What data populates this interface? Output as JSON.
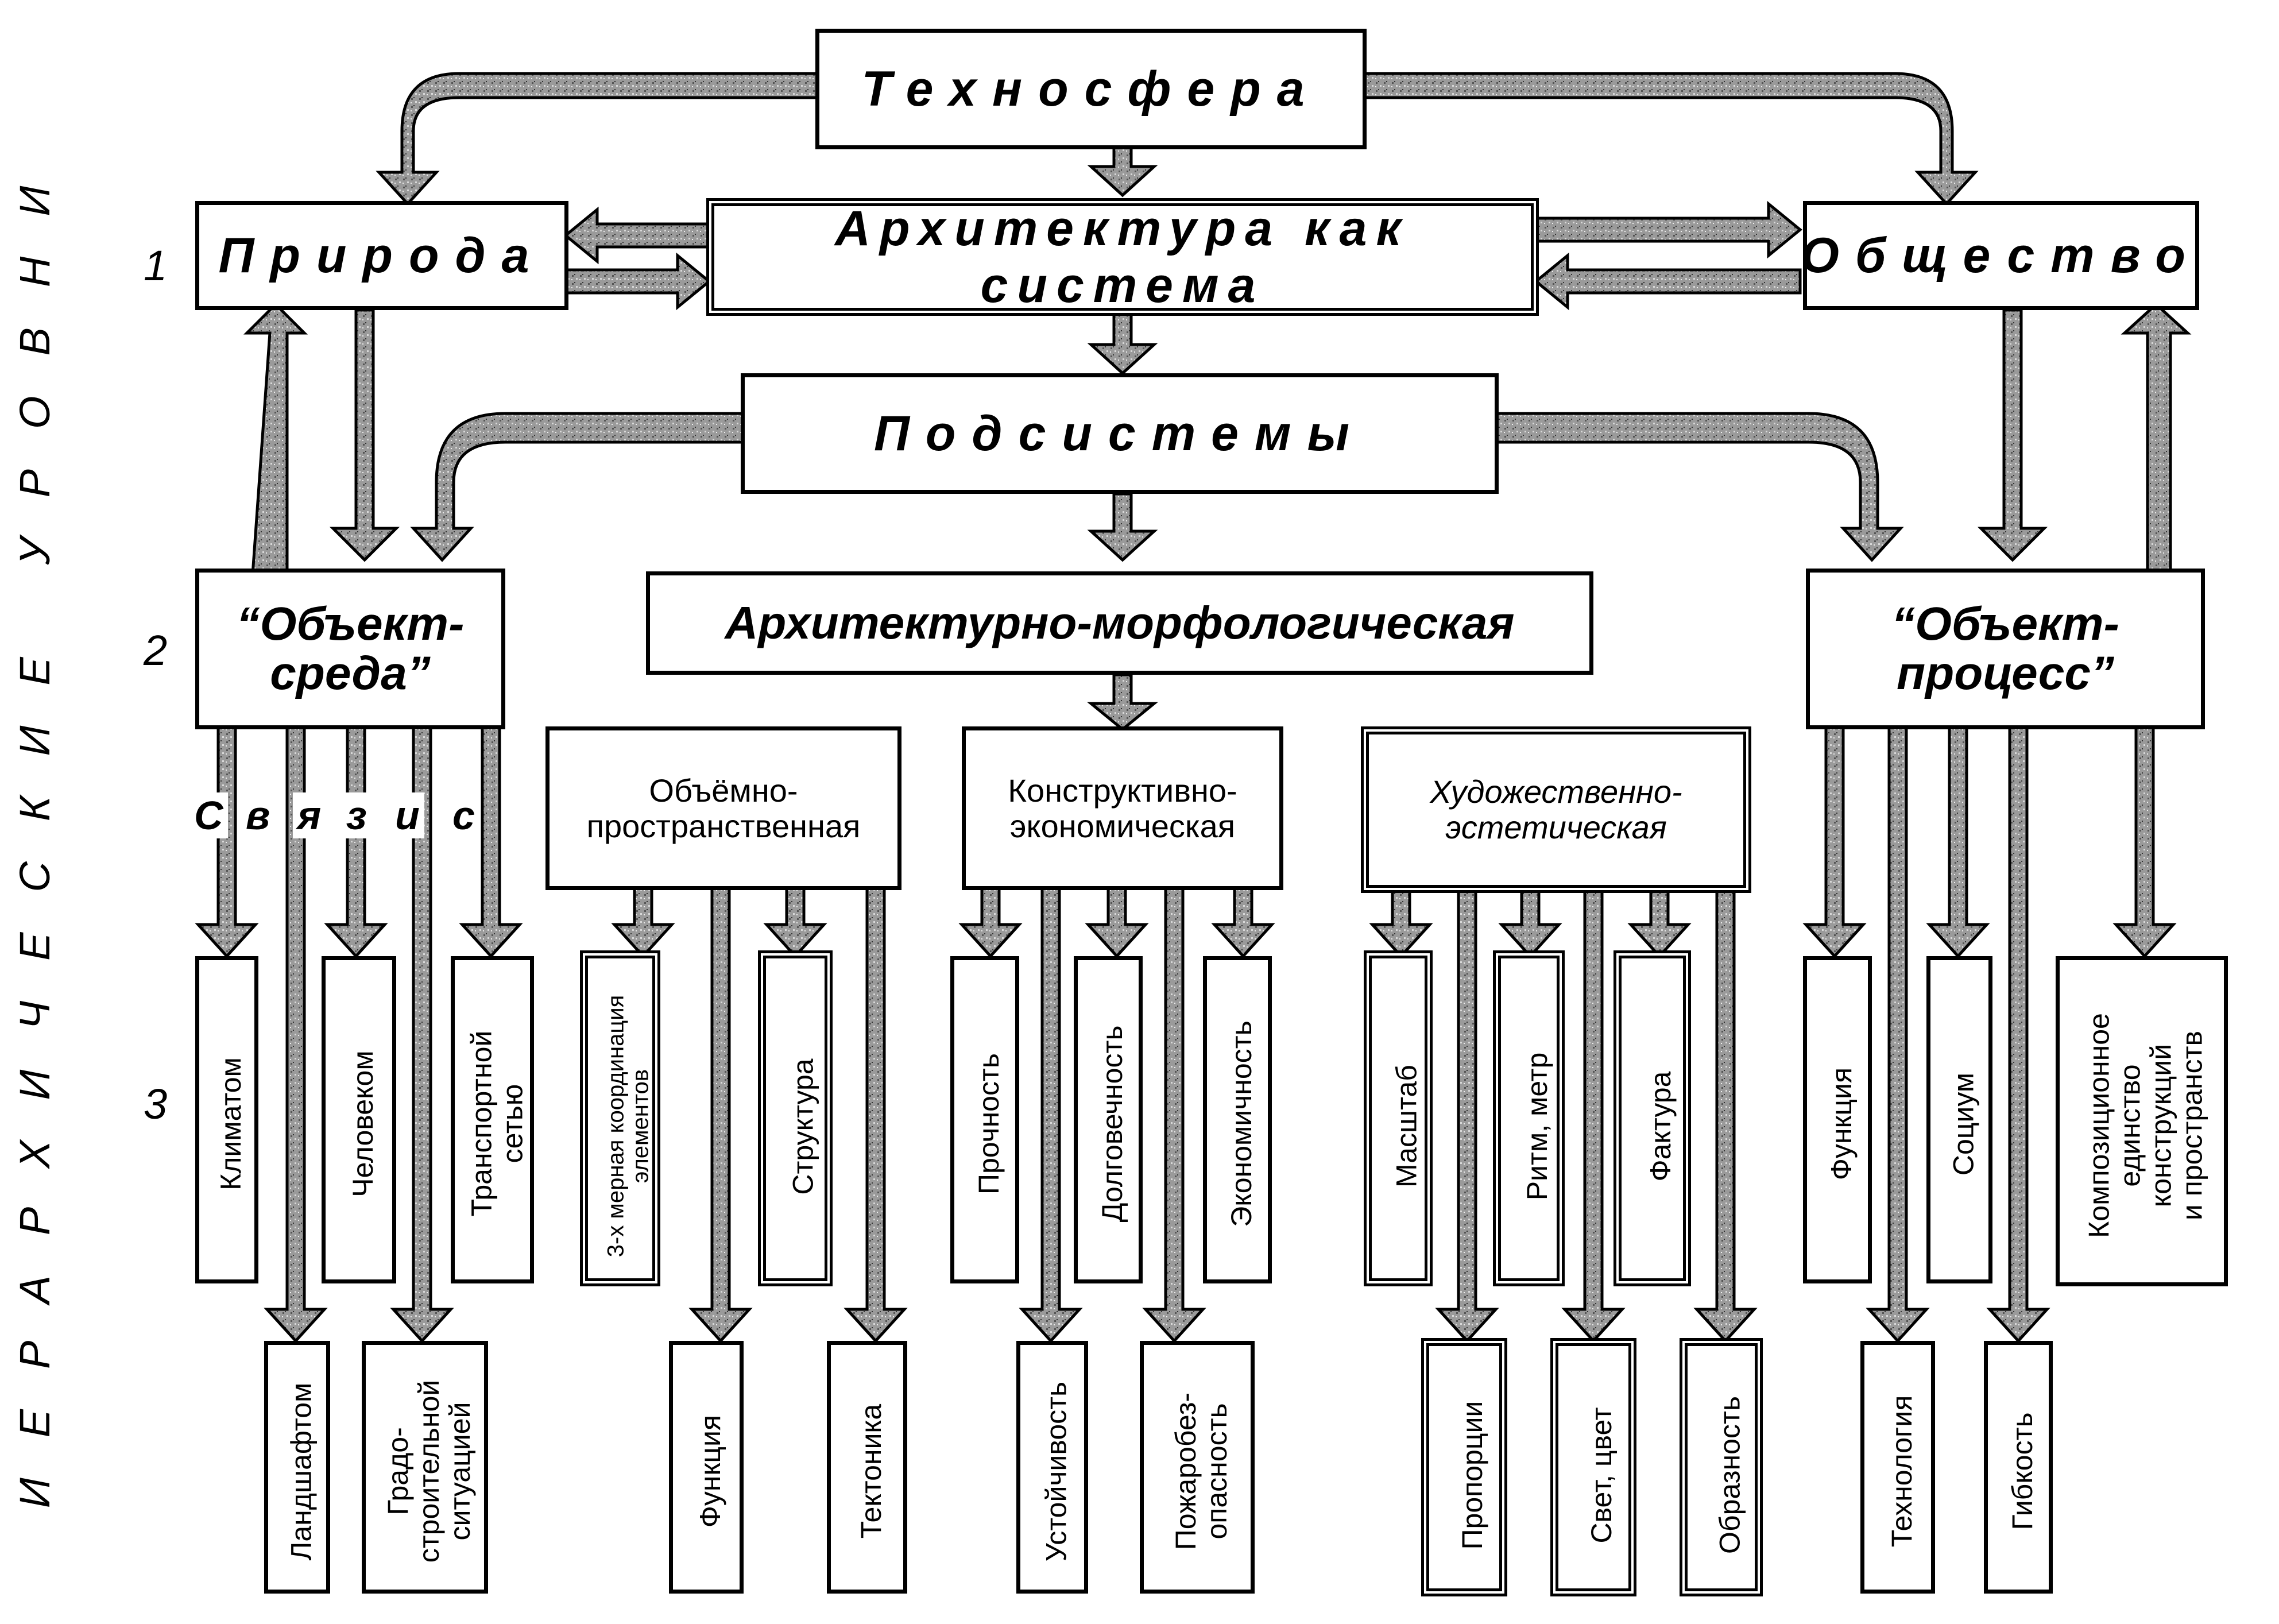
{
  "side": {
    "levels_title": "ИЕРАРХИЧЕСКИЕ УРОВНИ",
    "level1": "1",
    "level2": "2",
    "level3": "3"
  },
  "top": {
    "technosphere": "Техносфера",
    "nature": "Природа",
    "architecture_system": "Архитектура как система",
    "society": "Общество",
    "subsystems": "Подсистемы"
  },
  "mid": {
    "object_environment": "“Объект-\nсреда”",
    "arch_morph": "Архитектурно-морфологическая",
    "object_process": "“Объект-\nпроцесс”",
    "links": [
      "С",
      "в",
      "я",
      "з",
      "и",
      "с"
    ]
  },
  "sub": {
    "volume_spatial": "Объёмно-\nпространственная",
    "constructive_economic": "Конструктивно-\nэкономическая",
    "artistic_aesthetic": "Художественно-\nэстетическая"
  },
  "leaves_upper": {
    "climate": "Климатом",
    "human": "Человеком",
    "transport": "Транспортной\nсетью",
    "coord3d": "3-х мерная координация\nэлементов",
    "structure": "Структура",
    "strength": "Прочность",
    "durability": "Долговечность",
    "economy": "Экономичность",
    "scale": "Масштаб",
    "rhythm": "Ритм, метр",
    "texture": "Фактура",
    "function_r": "Функция",
    "socium": "Социум",
    "composition": "Композиционное\nединство\nконструкций\nи пространств"
  },
  "leaves_lower": {
    "landscape": "Ландшафтом",
    "urban": "Градо-\nстроительной\nситуацией",
    "function_l": "Функция",
    "tectonics": "Тектоника",
    "stability": "Устойчивость",
    "fire_safety": "Пожаробез-\nопасность",
    "proportions": "Пропорции",
    "light_color": "Свет, цвет",
    "imagery": "Образность",
    "technology": "Технология",
    "flexibility": "Гибкость"
  },
  "colors": {
    "line": "#000000",
    "arrow_fill": "#8a8a8a",
    "background": "#ffffff"
  }
}
